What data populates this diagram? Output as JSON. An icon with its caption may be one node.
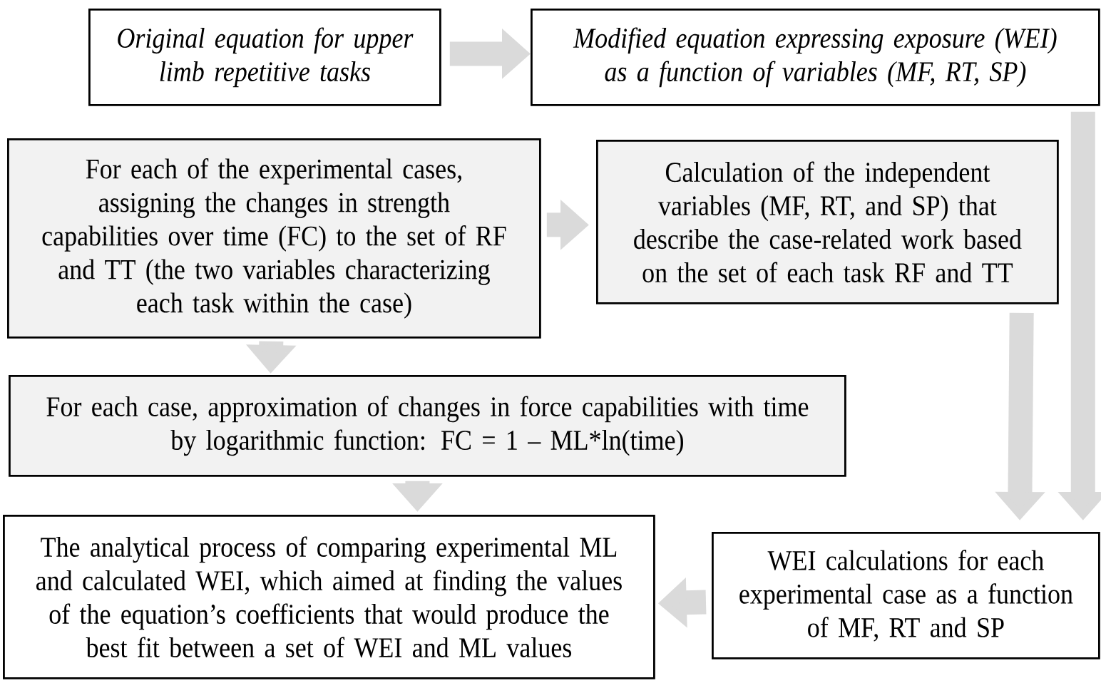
{
  "diagram": {
    "nodes": [
      {
        "text": [
          "Original equation for upper limb repetitive tasks"
        ]
      },
      {
        "text": [
          "Modified equation expressing exposure (WEI) as a function of variables (MF, RT, SP)"
        ]
      },
      {
        "text": [
          "For each of the experimental cases, assigning the changes in strength capabilities over time (FC) to the set of RF and TT (the two variables characterizing each task within the case)"
        ]
      },
      {
        "text": [
          "Calculation of the independent variables (MF, RT, and SP) that describe the case-related work based on the set of each task RF and TT"
        ]
      },
      {
        "text": [
          "For each case, approximation of changes in force capabilities with time by logarithmic function: FC = 1 – ML*ln(time)"
        ]
      },
      {
        "text": [
          "The analytical process of comparing experimental ML and calculated WEI, which aimed at finding the values of the equation’s coefficients that would produce the best fit between a set of WEI and ML values"
        ]
      },
      {
        "text": [
          "WEI calculations for each experimental case as a function of MF, RT and SP"
        ]
      }
    ],
    "edges": [
      {
        "from": 0,
        "to": 1,
        "arrow": "to"
      },
      {
        "from": 2,
        "to": 3,
        "arrow": "to"
      },
      {
        "from": 2,
        "to": 4,
        "arrow": "to"
      },
      {
        "from": 1,
        "to": 6,
        "arrow": "to"
      },
      {
        "from": 3,
        "to": 6,
        "arrow": "to"
      },
      {
        "from": 4,
        "to": 5,
        "arrow": "to"
      },
      {
        "from": 6,
        "to": 5,
        "arrow": "to"
      }
    ]
  }
}
